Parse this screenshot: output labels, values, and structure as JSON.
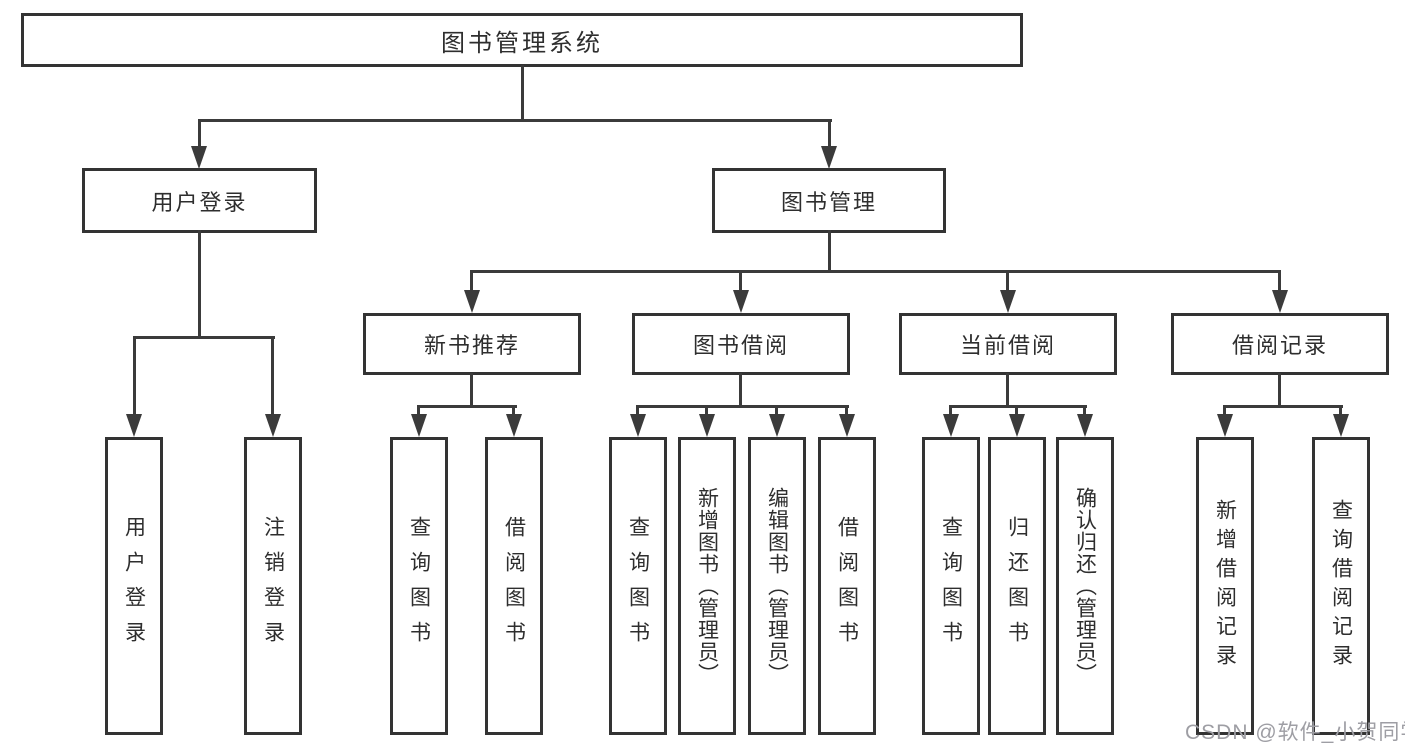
{
  "tree": {
    "label": "图书管理系统",
    "children": [
      {
        "label": "用户登录",
        "children": [
          {
            "label": "用户登录"
          },
          {
            "label": "注销登录"
          }
        ]
      },
      {
        "label": "图书管理",
        "children": [
          {
            "label": "新书推荐",
            "children": [
              {
                "label": "查询图书"
              },
              {
                "label": "借阅图书"
              }
            ]
          },
          {
            "label": "图书借阅",
            "children": [
              {
                "label": "查询图书"
              },
              {
                "label": "新增图书（管理员）"
              },
              {
                "label": "编辑图书（管理员）"
              },
              {
                "label": "借阅图书"
              }
            ]
          },
          {
            "label": "当前借阅",
            "children": [
              {
                "label": "查询图书"
              },
              {
                "label": "归还图书"
              },
              {
                "label": "确认归还（管理员）"
              }
            ]
          },
          {
            "label": "借阅记录",
            "children": [
              {
                "label": "新增借阅记录"
              },
              {
                "label": "查询借阅记录"
              }
            ]
          }
        ]
      }
    ]
  },
  "watermark": {
    "text": "CSDN @软件_小贺同学"
  },
  "colors": {
    "line": "#3b3b3b",
    "box_border": "#333333",
    "box_fill": "#ffffff",
    "text": "#2e2e2e",
    "watermark": "#9e9ea4"
  }
}
